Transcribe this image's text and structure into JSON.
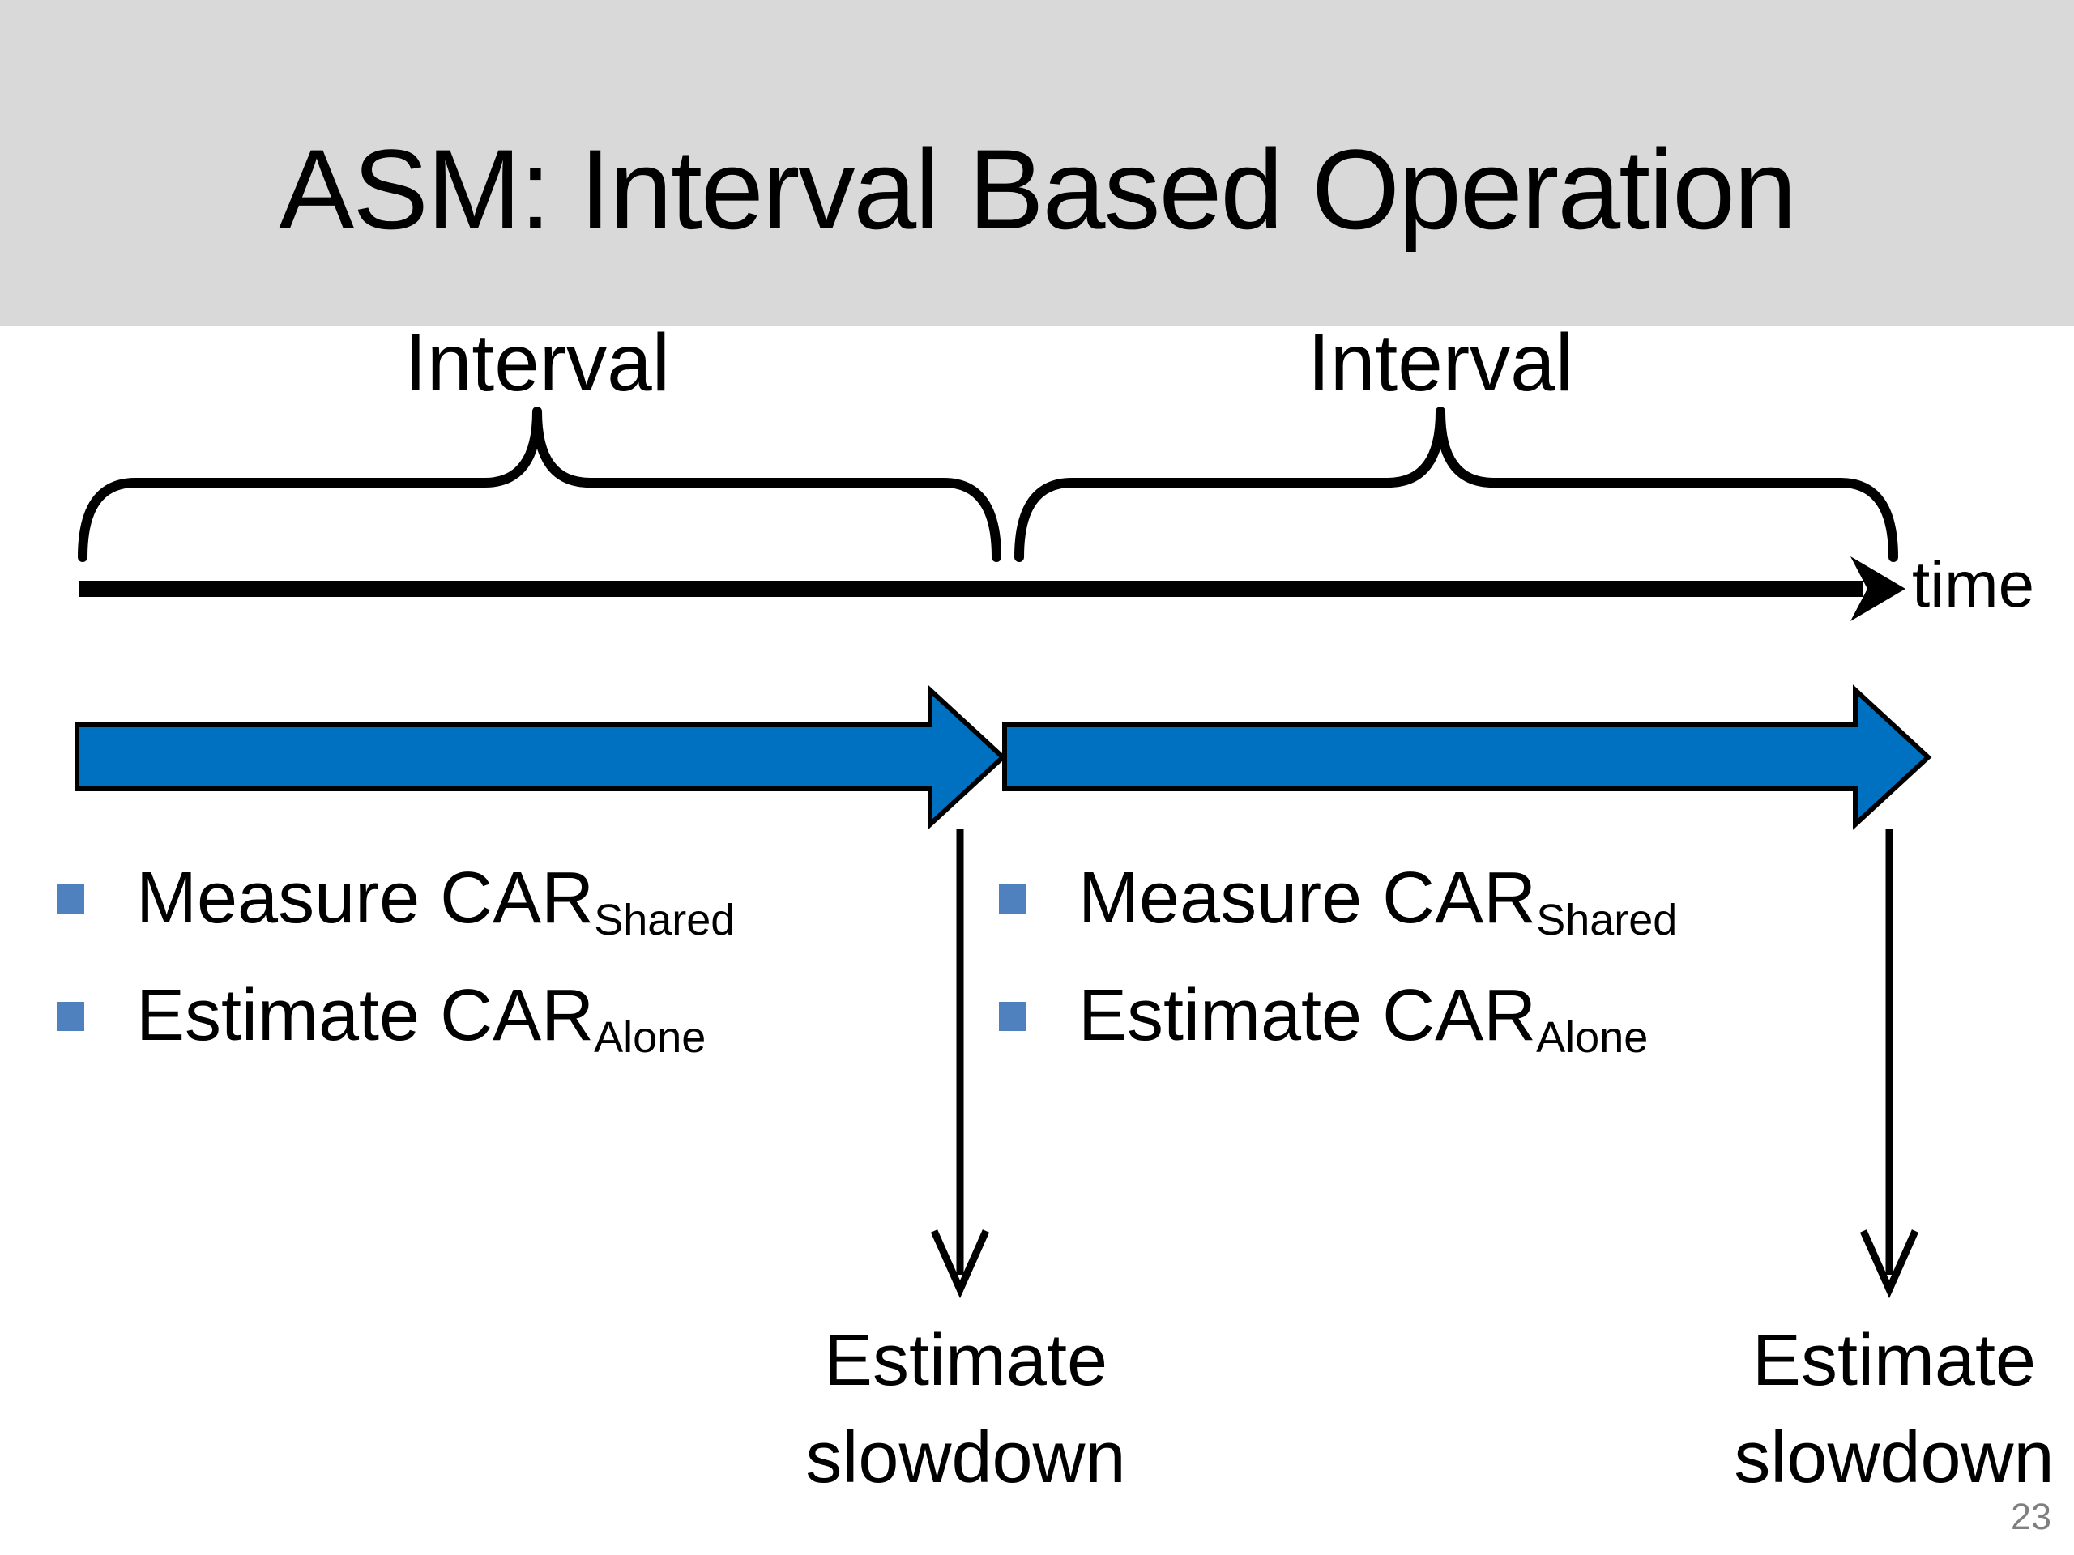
{
  "title": "ASM: Interval Based Operation",
  "page_number": "23",
  "timeline": {
    "axis_label": "time"
  },
  "intervals": [
    {
      "label": "Interval",
      "bullets": [
        {
          "text": "Measure CAR",
          "subscript": "Shared"
        },
        {
          "text": "Estimate CAR",
          "subscript": "Alone"
        }
      ],
      "annotation": {
        "line1": "Estimate",
        "line2": "slowdown"
      }
    },
    {
      "label": "Interval",
      "bullets": [
        {
          "text": "Measure CAR",
          "subscript": "Shared"
        },
        {
          "text": "Estimate CAR",
          "subscript": "Alone"
        }
      ],
      "annotation": {
        "line1": "Estimate",
        "line2": "slowdown"
      }
    }
  ],
  "icons": {
    "bullet": "square-bullet",
    "interval_span": "curly-brace",
    "timeline_head": "stealth-right-arrowhead",
    "interval_arrow": "block-right-arrow",
    "estimate_pointer": "down-arrow"
  },
  "colors": {
    "header_bg": "#D9D9D9",
    "slide_bg": "#FFFFFF",
    "ink": "#000000",
    "arrow_blue": "#0070C0",
    "bullet_blue": "#4E81BD",
    "page_number_gray": "#7F7F7F"
  }
}
